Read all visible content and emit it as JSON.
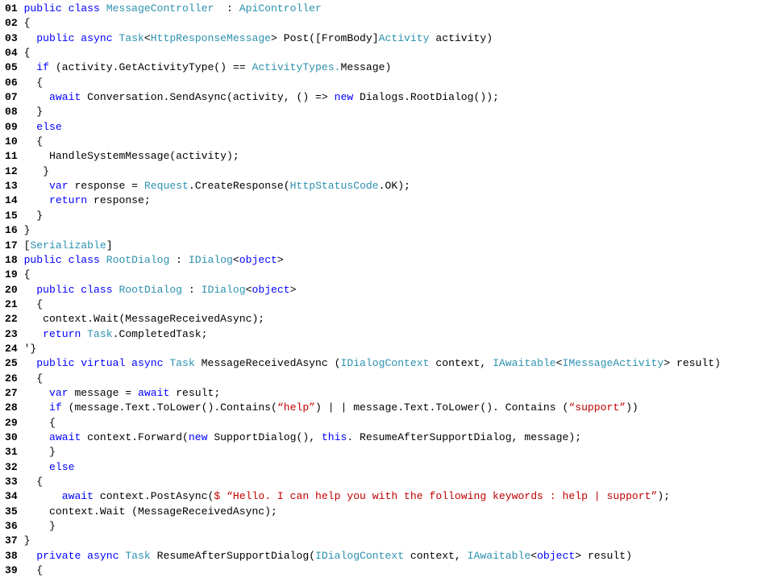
{
  "colors": {
    "keyword": "#0000ff",
    "type": "#2b91af",
    "string": "#c00000",
    "plain": "#000000"
  },
  "lines": [
    {
      "n": "01",
      "t": [
        [
          "kw",
          "public class "
        ],
        [
          "ty",
          "MessageController"
        ],
        [
          "",
          "  : "
        ],
        [
          "ty",
          "ApiController"
        ]
      ]
    },
    {
      "n": "02",
      "t": [
        [
          "",
          "{"
        ]
      ]
    },
    {
      "n": "03",
      "t": [
        [
          "",
          "  "
        ],
        [
          "kw",
          "public async "
        ],
        [
          "ty",
          "Task"
        ],
        [
          "",
          "<"
        ],
        [
          "ty",
          "HttpResponseMessage"
        ],
        [
          "",
          "> Post([FromBody]"
        ],
        [
          "ty",
          "Activity"
        ],
        [
          "",
          " activity)"
        ]
      ]
    },
    {
      "n": "04",
      "t": [
        [
          "",
          "{"
        ]
      ]
    },
    {
      "n": "05",
      "t": [
        [
          "",
          "  "
        ],
        [
          "kw",
          "if"
        ],
        [
          "",
          " (activity.GetActivityType() == "
        ],
        [
          "ty",
          "ActivityTypes."
        ],
        [
          "",
          "Message)"
        ]
      ]
    },
    {
      "n": "06",
      "t": [
        [
          "",
          "  {"
        ]
      ]
    },
    {
      "n": "07",
      "t": [
        [
          "",
          "    "
        ],
        [
          "kw",
          "await"
        ],
        [
          "",
          " Conversation.SendAsync(activity, () => "
        ],
        [
          "kw",
          "new"
        ],
        [
          "",
          " Dialogs.RootDialog());"
        ]
      ]
    },
    {
      "n": "08",
      "t": [
        [
          "",
          "  }"
        ]
      ]
    },
    {
      "n": "09",
      "t": [
        [
          "",
          "  "
        ],
        [
          "kw",
          "else"
        ]
      ]
    },
    {
      "n": "10",
      "t": [
        [
          "",
          "  {"
        ]
      ]
    },
    {
      "n": "11",
      "t": [
        [
          "",
          "    HandleSystemMessage(activity);"
        ]
      ]
    },
    {
      "n": "12",
      "t": [
        [
          "",
          "   }"
        ]
      ]
    },
    {
      "n": "13",
      "t": [
        [
          "",
          "    "
        ],
        [
          "kw",
          "var"
        ],
        [
          "",
          " response = "
        ],
        [
          "ty",
          "Request"
        ],
        [
          "",
          ".CreateResponse("
        ],
        [
          "ty",
          "HttpStatusCode"
        ],
        [
          "",
          ".OK);"
        ]
      ]
    },
    {
      "n": "14",
      "t": [
        [
          "",
          "    "
        ],
        [
          "kw",
          "return"
        ],
        [
          "",
          " response;"
        ]
      ]
    },
    {
      "n": "15",
      "t": [
        [
          "",
          "  }"
        ]
      ]
    },
    {
      "n": "16",
      "t": [
        [
          "",
          "}"
        ]
      ]
    },
    {
      "n": "17",
      "t": [
        [
          "",
          "["
        ],
        [
          "ty",
          "Serializable"
        ],
        [
          "",
          "]"
        ]
      ]
    },
    {
      "n": "18",
      "t": [
        [
          "kw",
          "public class "
        ],
        [
          "ty",
          "RootDialog"
        ],
        [
          "",
          " : "
        ],
        [
          "ty",
          "IDialog"
        ],
        [
          "",
          "<"
        ],
        [
          "kw",
          "object"
        ],
        [
          "",
          ">"
        ]
      ]
    },
    {
      "n": "19",
      "t": [
        [
          "",
          "{"
        ]
      ]
    },
    {
      "n": "20",
      "t": [
        [
          "",
          "  "
        ],
        [
          "kw",
          "public class "
        ],
        [
          "ty",
          "RootDialog"
        ],
        [
          "",
          " : "
        ],
        [
          "ty",
          "IDialog"
        ],
        [
          "",
          "<"
        ],
        [
          "kw",
          "object"
        ],
        [
          "",
          ">"
        ]
      ]
    },
    {
      "n": "21",
      "t": [
        [
          "",
          "  {"
        ]
      ]
    },
    {
      "n": "22",
      "t": [
        [
          "",
          "   context.Wait(MessageReceivedAsync);"
        ]
      ]
    },
    {
      "n": "23",
      "t": [
        [
          "",
          "   "
        ],
        [
          "kw",
          "return"
        ],
        [
          "",
          " "
        ],
        [
          "ty",
          "Task"
        ],
        [
          "",
          ".CompletedTask;"
        ]
      ]
    },
    {
      "n": "24",
      "t": [
        [
          "",
          "'}"
        ]
      ]
    },
    {
      "n": "25",
      "t": [
        [
          "",
          "  "
        ],
        [
          "kw",
          "public virtual async "
        ],
        [
          "ty",
          "Task"
        ],
        [
          "",
          " MessageReceivedAsync ("
        ],
        [
          "ty",
          "IDialogContext"
        ],
        [
          "",
          " context, "
        ],
        [
          "ty",
          "IAwaitable"
        ],
        [
          "",
          "<"
        ],
        [
          "ty",
          "IMessageActivity"
        ],
        [
          "",
          "> result)"
        ]
      ]
    },
    {
      "n": "26",
      "t": [
        [
          "",
          "  {"
        ]
      ]
    },
    {
      "n": "27",
      "t": [
        [
          "",
          "    "
        ],
        [
          "kw",
          "var"
        ],
        [
          "",
          " message = "
        ],
        [
          "kw",
          "await"
        ],
        [
          "",
          " result;"
        ]
      ]
    },
    {
      "n": "28",
      "t": [
        [
          "",
          "    "
        ],
        [
          "kw",
          "if"
        ],
        [
          "",
          " (message.Text.ToLower().Contains("
        ],
        [
          "st",
          "“help”"
        ],
        [
          "",
          ") | | message.Text.ToLower(). Contains ("
        ],
        [
          "st",
          "“support”"
        ],
        [
          "",
          "))"
        ]
      ]
    },
    {
      "n": "29",
      "t": [
        [
          "",
          "    {"
        ]
      ]
    },
    {
      "n": "30",
      "t": [
        [
          "",
          "    "
        ],
        [
          "kw",
          "await"
        ],
        [
          "",
          " context.Forward("
        ],
        [
          "kw",
          "new"
        ],
        [
          "",
          " SupportDialog(), "
        ],
        [
          "kw",
          "this"
        ],
        [
          "",
          ". ResumeAfterSupportDialog, message);"
        ]
      ]
    },
    {
      "n": "31",
      "t": [
        [
          "",
          "    }"
        ]
      ]
    },
    {
      "n": "32",
      "t": [
        [
          "",
          "    "
        ],
        [
          "kw",
          "else"
        ]
      ]
    },
    {
      "n": "33",
      "t": [
        [
          "",
          "  {"
        ]
      ]
    },
    {
      "n": "34",
      "t": [
        [
          "",
          "      "
        ],
        [
          "kw",
          "await"
        ],
        [
          "",
          " context.PostAsync("
        ],
        [
          "st",
          "$ “Hello. I can help you with the following keywords : help | support”"
        ],
        [
          "",
          ");"
        ]
      ]
    },
    {
      "n": "35",
      "t": [
        [
          "",
          "    context.Wait (MessageReceivedAsync);"
        ]
      ]
    },
    {
      "n": "36",
      "t": [
        [
          "",
          "    }"
        ]
      ]
    },
    {
      "n": "37",
      "t": [
        [
          "",
          "}"
        ]
      ]
    },
    {
      "n": "38",
      "t": [
        [
          "",
          "  "
        ],
        [
          "kw",
          "private async "
        ],
        [
          "ty",
          "Task"
        ],
        [
          "",
          " ResumeAfterSupportDialog("
        ],
        [
          "ty",
          "IDialogContext"
        ],
        [
          "",
          " context, "
        ],
        [
          "ty",
          "IAwaitable"
        ],
        [
          "",
          "<"
        ],
        [
          "kw",
          "object"
        ],
        [
          "",
          "> result)"
        ]
      ]
    },
    {
      "n": "39",
      "t": [
        [
          "",
          "  {"
        ]
      ]
    }
  ]
}
